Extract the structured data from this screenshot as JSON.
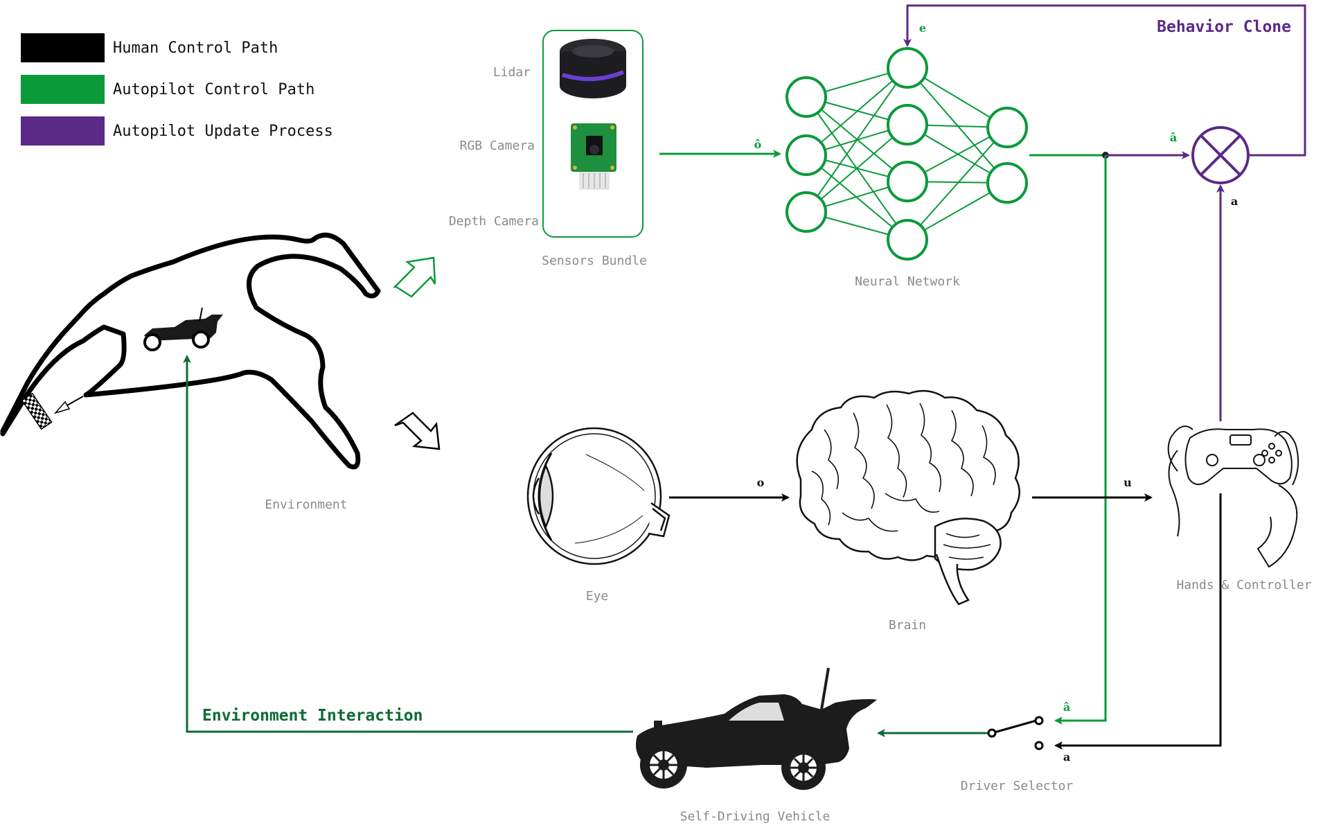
{
  "colors": {
    "human": "#000000",
    "autopilot": "#0a9a3a",
    "autopilot_dark": "#0d6b35",
    "update": "#5b2a86",
    "label_gray": "#8a8a8a"
  },
  "legend": [
    {
      "label": "Human Control Path",
      "color": "#000000"
    },
    {
      "label": "Autopilot Control Path",
      "color": "#0a9a3a"
    },
    {
      "label": "Autopilot Update Process",
      "color": "#5b2a86"
    }
  ],
  "sensors": {
    "lidar_label": "Lidar",
    "rgb_label": "RGB Camera",
    "depth_label": "Depth Camera",
    "bundle_label": "Sensors Bundle"
  },
  "labels": {
    "neural_network": "Neural Network",
    "environment": "Environment",
    "eye": "Eye",
    "brain": "Brain",
    "hands_controller": "Hands & Controller",
    "driver_selector": "Driver Selector",
    "vehicle": "Self-Driving Vehicle",
    "behavior_clone": "Behavior Clone",
    "environment_interaction": "Environment Interaction"
  },
  "symbols": {
    "o_hat": "ô",
    "o": "o",
    "e": "e",
    "a_hat": "â",
    "a": "a",
    "u": "u"
  }
}
